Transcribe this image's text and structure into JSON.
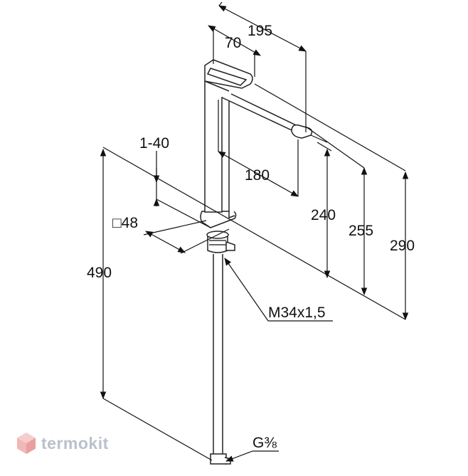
{
  "dimensions": {
    "overall_reach": "195",
    "head_depth": "70",
    "spout_reach": "180",
    "counter_thickness": "1-40",
    "base_square": "□48",
    "height_240": "240",
    "height_255": "255",
    "height_290": "290",
    "total_height": "490",
    "thread": "M34x1,5",
    "connection": "G⅜"
  },
  "watermark": {
    "brand": "termokit"
  }
}
